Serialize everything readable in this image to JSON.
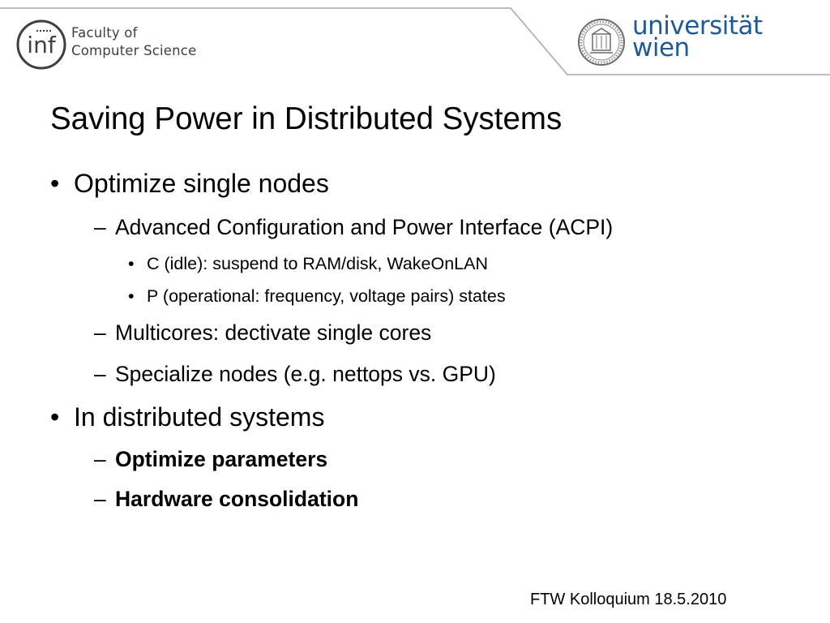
{
  "header": {
    "faculty_line1": "Faculty of",
    "faculty_line2": "Computer Science",
    "logo_letters": "inf",
    "university_line1": "universität",
    "university_line2": "wien",
    "line_color": "#a6a6a6",
    "brand_color": "#1f5a96"
  },
  "slide": {
    "title": "Saving Power in Distributed Systems",
    "bullets": [
      {
        "marker": "•",
        "text": "Optimize single nodes"
      },
      {
        "marker": "–",
        "text": "Advanced Configuration and Power Interface (ACPI)"
      },
      {
        "marker": "•",
        "text": "C (idle): suspend to RAM/disk, WakeOnLAN"
      },
      {
        "marker": "•",
        "text": "P (operational: frequency, voltage pairs) states"
      },
      {
        "marker": "–",
        "text": "Multicores: dectivate single cores"
      },
      {
        "marker": "–",
        "text": "Specialize nodes (e.g. nettops vs. GPU)"
      },
      {
        "marker": "•",
        "text": "In distributed systems"
      },
      {
        "marker": "–",
        "text": "Optimize parameters"
      },
      {
        "marker": "–",
        "text": "Hardware consolidation"
      }
    ]
  },
  "footer": {
    "text": "FTW Kolloquium 18.5.2010"
  }
}
